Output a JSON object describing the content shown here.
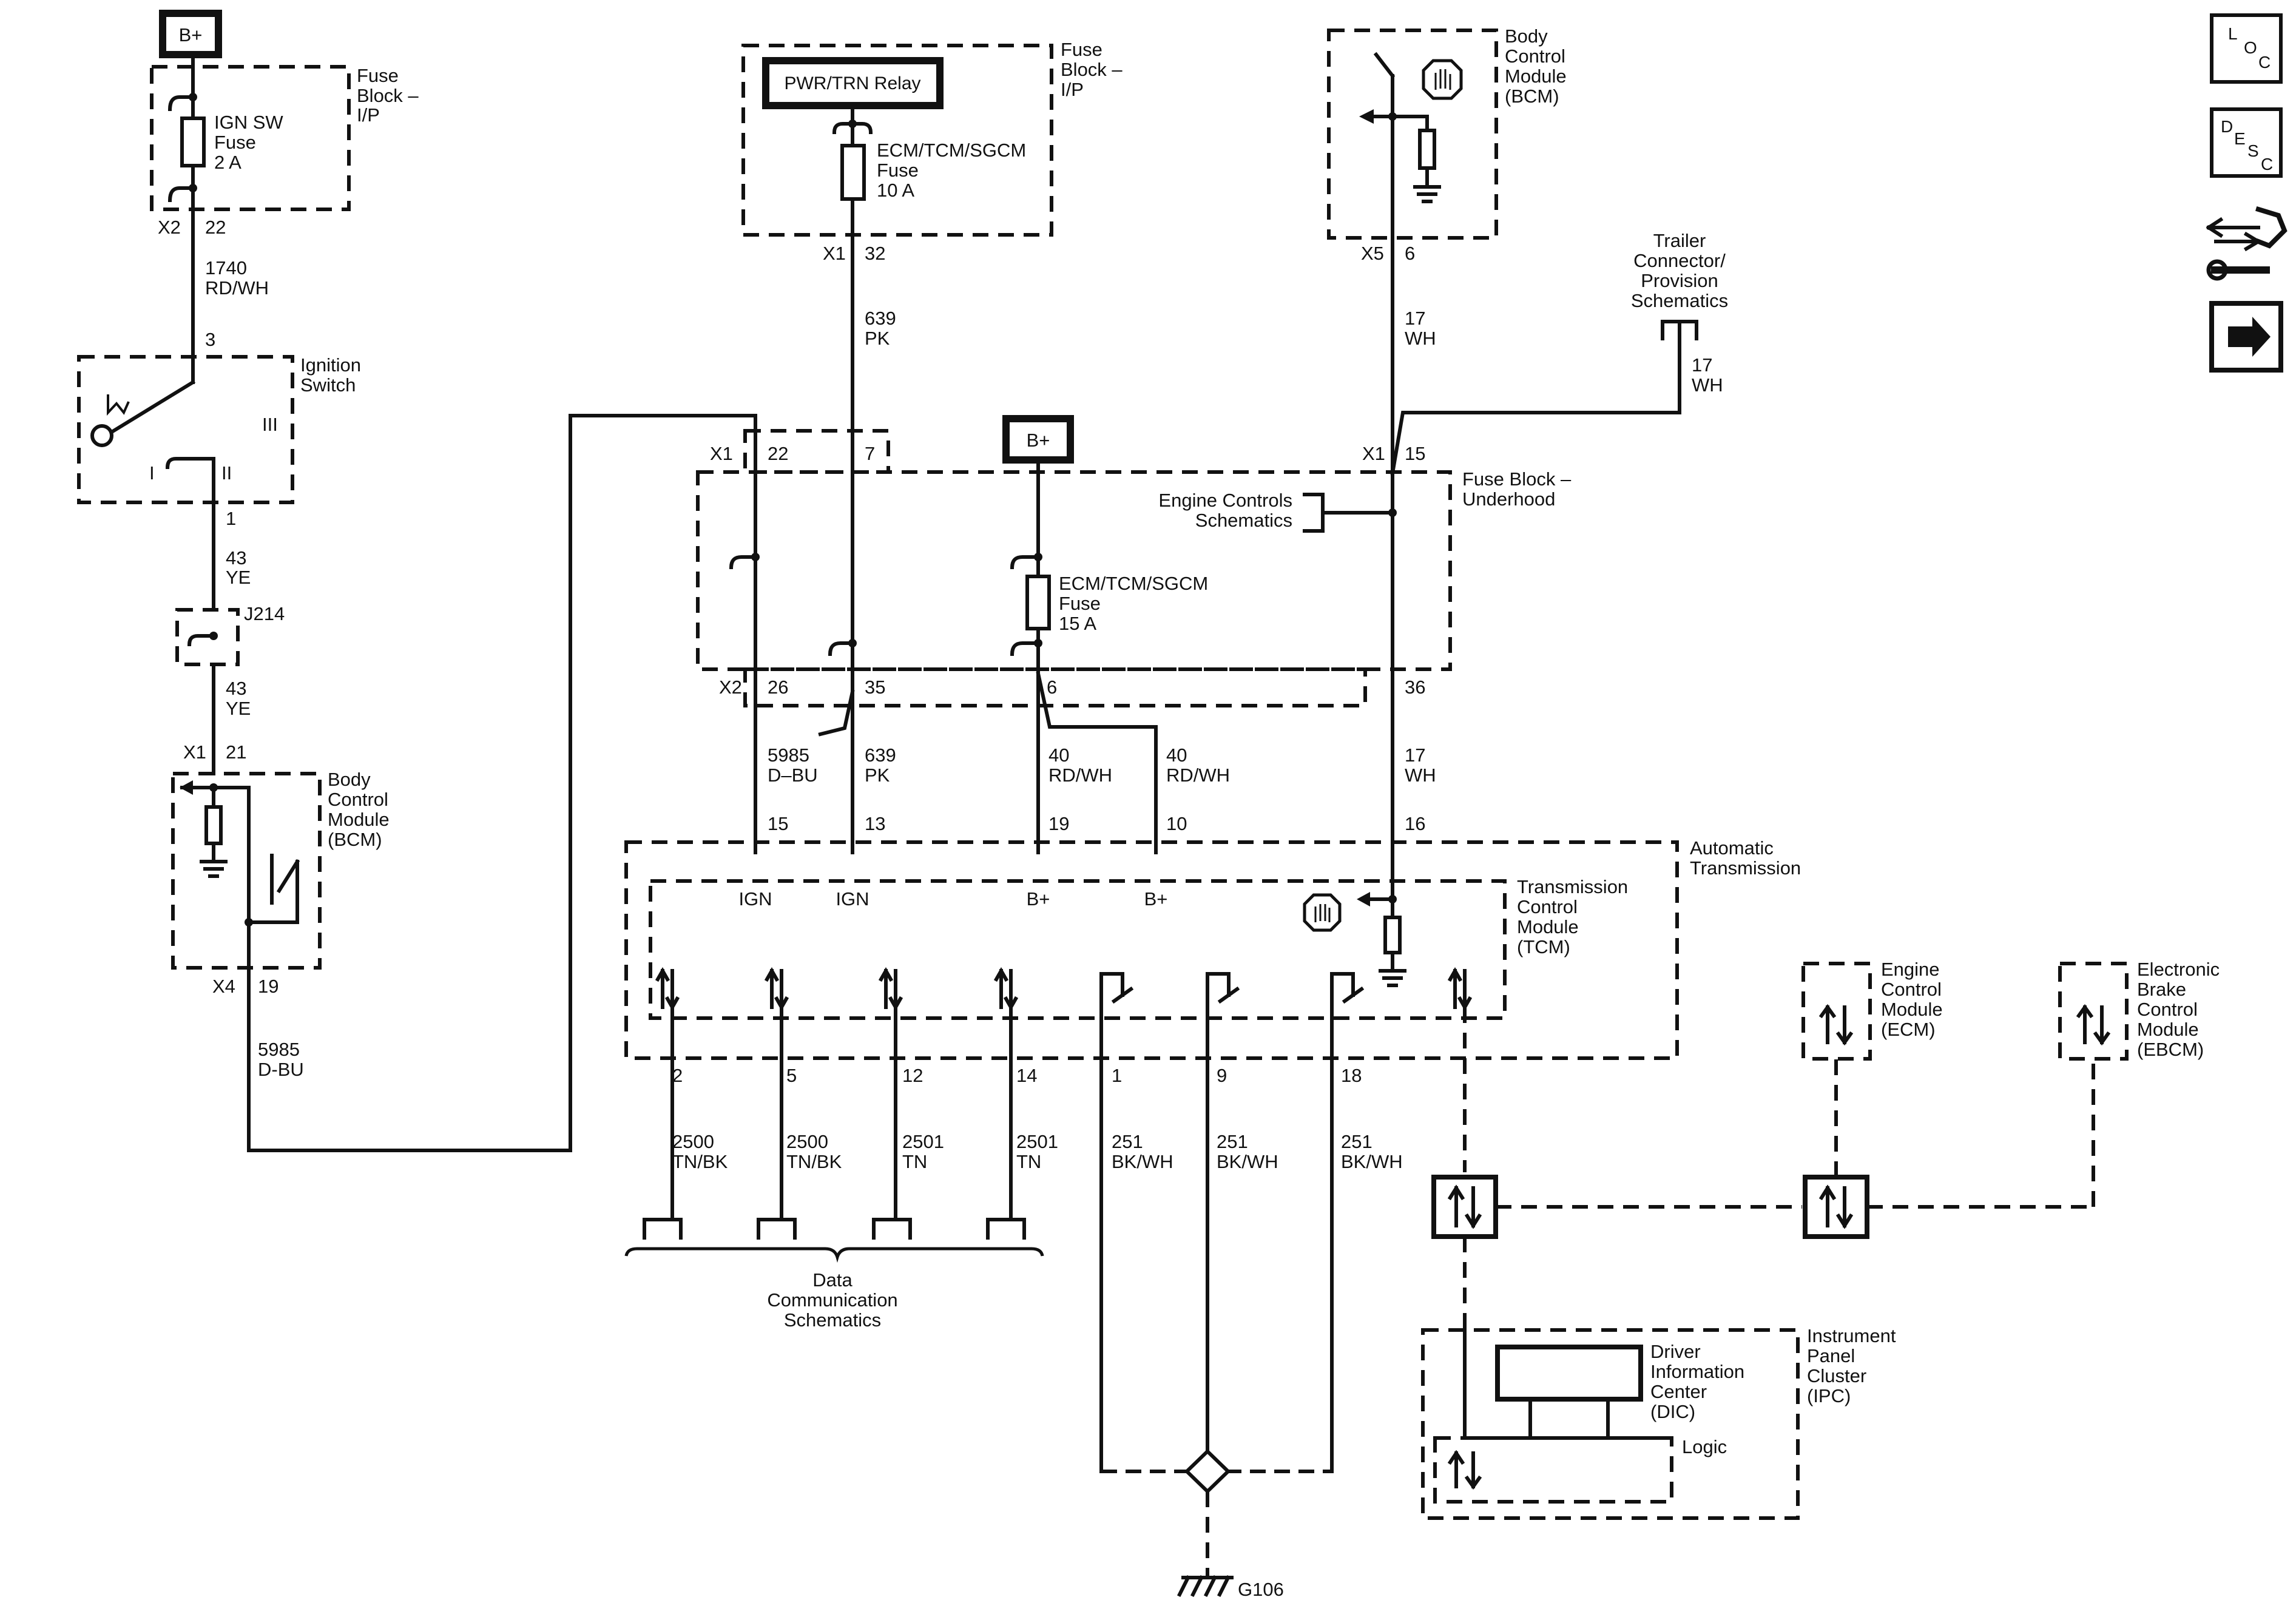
{
  "power": {
    "bplus": "B+"
  },
  "fuse_block_ip_left": {
    "l1": "Fuse",
    "l2": "Block –",
    "l3": "I/P",
    "fuse1": "IGN SW",
    "fuse2": "Fuse",
    "fuse3": "2 A",
    "conn": "X2",
    "pin": "22"
  },
  "wire_1740": {
    "num": "1740",
    "color": "RD/WH"
  },
  "ignition_switch": {
    "l1": "Ignition",
    "l2": "Switch",
    "pin_in": "3",
    "pin_out": "1",
    "pos_i": "I",
    "pos_ii": "II",
    "pos_iii": "III"
  },
  "wire_43a": {
    "num": "43",
    "color": "YE"
  },
  "splice": {
    "name": "J214"
  },
  "wire_43b": {
    "num": "43",
    "color": "YE"
  },
  "bcm_left": {
    "l1": "Body",
    "l2": "Control",
    "l3": "Module",
    "l4": "(BCM)",
    "conn_top": "X1",
    "pin_top": "21",
    "conn_bot": "X4",
    "pin_bot": "19"
  },
  "wire_5985_left": {
    "num": "5985",
    "color": "D-BU"
  },
  "relay": {
    "label": "PWR/TRN Relay"
  },
  "fuse_block_ip_mid": {
    "l1": "Fuse",
    "l2": "Block –",
    "l3": "I/P",
    "fuse1": "ECM/TCM/SGCM",
    "fuse2": "Fuse",
    "fuse3": "10 A",
    "conn": "X1",
    "pin": "32"
  },
  "wire_639_top": {
    "num": "639",
    "color": "PK"
  },
  "bcm_top": {
    "l1": "Body",
    "l2": "Control",
    "l3": "Module",
    "l4": "(BCM)",
    "conn": "X5",
    "pin": "6"
  },
  "wire_17_top": {
    "num": "17",
    "color": "WH"
  },
  "trailer": {
    "l1": "Trailer",
    "l2": "Connector/",
    "l3": "Provision",
    "l4": "Schematics"
  },
  "wire_17_trailer": {
    "num": "17",
    "color": "WH"
  },
  "underhood": {
    "l1": "Fuse Block –",
    "l2": "Underhood",
    "conn_x1": "X1",
    "pin_22": "22",
    "pin_7": "7",
    "pin_15": "15",
    "conn_x2": "X2",
    "pin_26": "26",
    "pin_35": "35",
    "pin_6": "6",
    "pin_36": "36",
    "fuse1": "ECM/TCM/SGCM",
    "fuse2": "Fuse",
    "fuse3": "15 A"
  },
  "engine_controls": {
    "l1": "Engine Controls",
    "l2": "Schematics"
  },
  "mid_wires": [
    {
      "num": "5985",
      "color": "D–BU"
    },
    {
      "num": "639",
      "color": "PK"
    },
    {
      "num": "40",
      "color": "RD/WH"
    },
    {
      "num": "40",
      "color": "RD/WH"
    },
    {
      "num": "17",
      "color": "WH"
    }
  ],
  "tcm_pins": [
    "15",
    "13",
    "19",
    "10",
    "16"
  ],
  "tcm_terms": [
    "IGN",
    "IGN",
    "B+",
    "B+"
  ],
  "automatic_transmission": {
    "l1": "Automatic",
    "l2": "Transmission"
  },
  "tcm": {
    "l1": "Transmission",
    "l2": "Control",
    "l3": "Module",
    "l4": "(TCM)"
  },
  "bottom_pins": [
    "2",
    "5",
    "12",
    "14",
    "1",
    "9",
    "18"
  ],
  "bottom_wires": [
    {
      "num": "2500",
      "color": "TN/BK"
    },
    {
      "num": "2500",
      "color": "TN/BK"
    },
    {
      "num": "2501",
      "color": "TN"
    },
    {
      "num": "2501",
      "color": "TN"
    },
    {
      "num": "251",
      "color": "BK/WH"
    },
    {
      "num": "251",
      "color": "BK/WH"
    },
    {
      "num": "251",
      "color": "BK/WH"
    }
  ],
  "data_comm": {
    "l1": "Data",
    "l2": "Communication",
    "l3": "Schematics"
  },
  "ground": {
    "name": "G106"
  },
  "ecm": {
    "l1": "Engine",
    "l2": "Control",
    "l3": "Module",
    "l4": "(ECM)"
  },
  "ebcm": {
    "l1": "Electronic",
    "l2": "Brake",
    "l3": "Control",
    "l4": "Module",
    "l5": "(EBCM)"
  },
  "ipc": {
    "l1": "Instrument",
    "l2": "Panel",
    "l3": "Cluster",
    "l4": "(IPC)",
    "dic1": "Driver",
    "dic2": "Information",
    "dic3": "Center",
    "dic4": "(DIC)",
    "logic": "Logic"
  },
  "nav": {
    "loc_1": "L",
    "loc_2": "O",
    "loc_3": "C",
    "desc_1": "D",
    "desc_2": "E",
    "desc_3": "S",
    "desc_4": "C"
  }
}
